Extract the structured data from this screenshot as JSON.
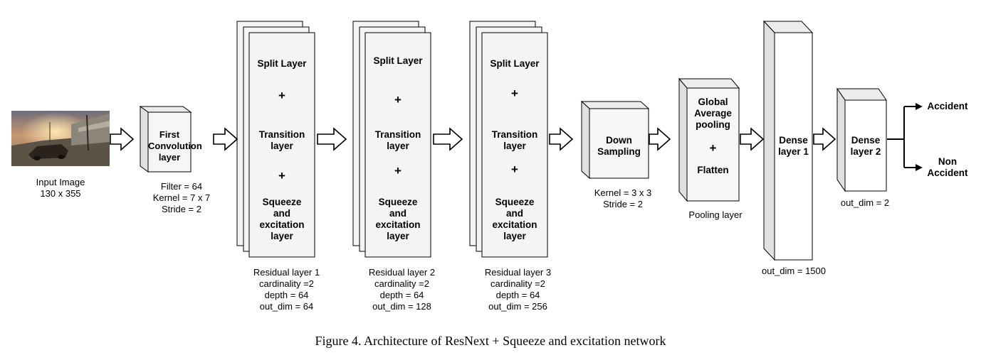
{
  "input": {
    "label": "Input Image",
    "size": "130 x 355"
  },
  "first_conv": {
    "title": [
      "First",
      "Convolution",
      "layer"
    ],
    "params": [
      "Filter = 64",
      "Kernel = 7 x 7",
      "Stride = 2"
    ]
  },
  "residual_block_text": {
    "split": "Split Layer",
    "plus": "+",
    "transition": [
      "Transition",
      "layer"
    ],
    "se": [
      "Squeeze",
      "and",
      "excitation",
      "layer"
    ]
  },
  "residual_layers": [
    {
      "caption": [
        "Residual layer 1",
        "cardinality =2",
        "depth = 64",
        "out_dim = 64"
      ]
    },
    {
      "caption": [
        "Residual layer 2",
        "cardinality =2",
        "depth = 64",
        "out_dim = 128"
      ]
    },
    {
      "caption": [
        "Residual layer 3",
        "cardinality =2",
        "depth = 64",
        "out_dim = 256"
      ]
    }
  ],
  "down_sampling": {
    "title": [
      "Down",
      "Sampling"
    ],
    "params": [
      "Kernel = 3 x 3",
      "Stride = 2"
    ]
  },
  "pooling": {
    "title": [
      "Global",
      "Average",
      "pooling"
    ],
    "plus": "+",
    "flatten": "Flatten",
    "caption": "Pooling layer"
  },
  "dense1": {
    "title": [
      "Dense",
      "layer 1"
    ],
    "caption": "out_dim = 1500"
  },
  "dense2": {
    "title": [
      "Dense",
      "layer 2"
    ],
    "caption": "out_dim = 2"
  },
  "outputs": {
    "accident": "Accident",
    "non_accident": [
      "Non",
      "Accident"
    ]
  },
  "caption": "Figure 4. Architecture of ResNext + Squeeze and excitation network",
  "colors": {
    "box_front": "#f4f4f4",
    "box_side": "#e2e2e2",
    "stroke": "#000000"
  }
}
